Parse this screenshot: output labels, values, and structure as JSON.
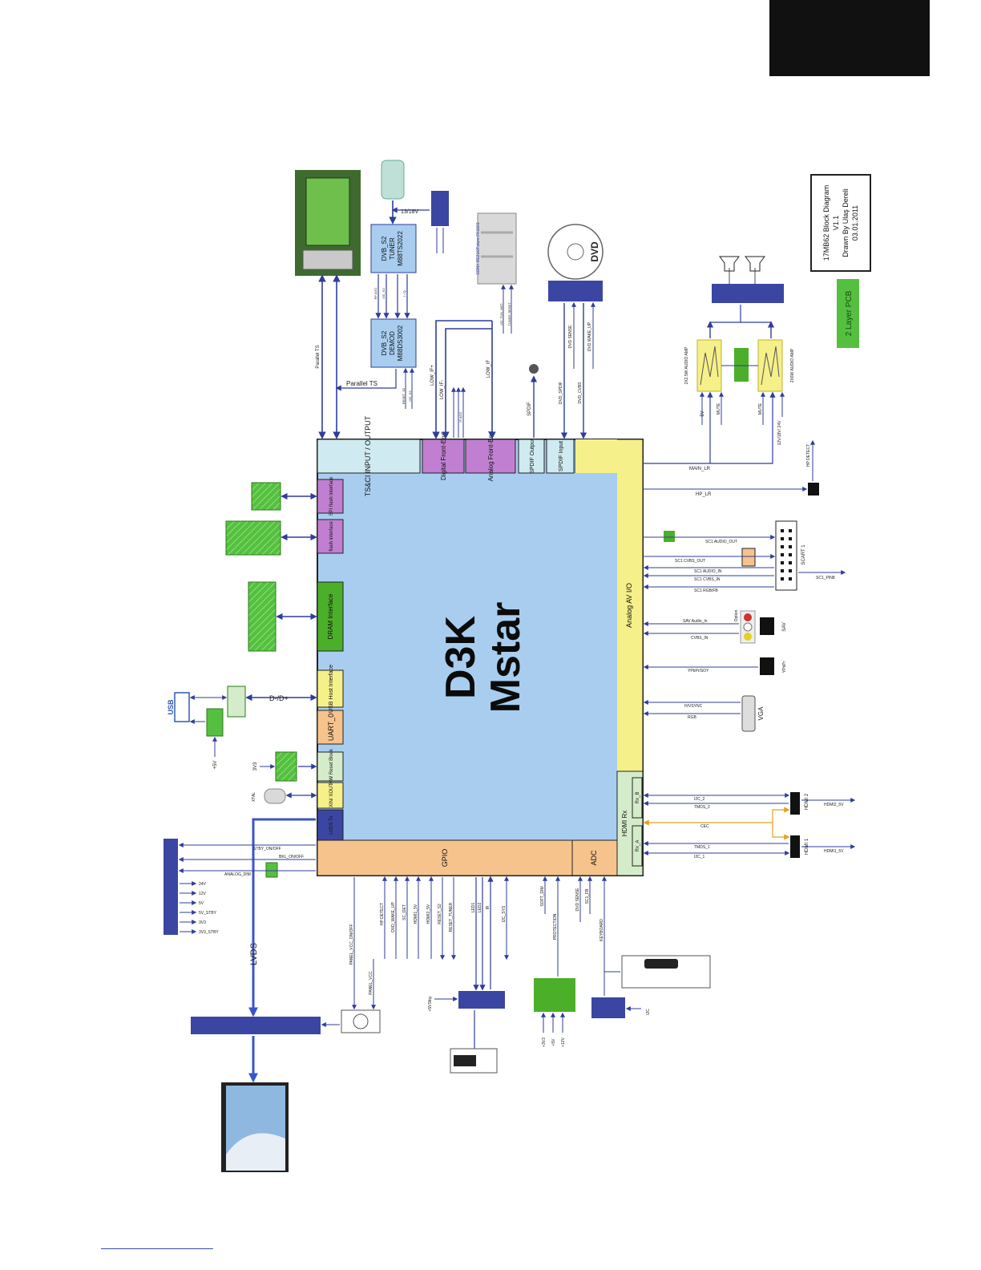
{
  "title_box": {
    "line1": "17MB62 Block Diagram",
    "line2": "V1.1",
    "line3": "Drawn By Ulaş Dereli",
    "line4": "03.01.2011"
  },
  "pcb_badge": "2 Layer PCB",
  "chip": {
    "line1": "D3K",
    "line2": "Mstar"
  },
  "blocks": {
    "ts_ci": "TS&CI INPUT / OUTPUT",
    "digital_fe": "Digital Front-End",
    "analog_fe": "Analog Front-End",
    "spdif_out": "SPDIF Output",
    "spdif_in": "SPDIF Input",
    "spi_flash": "SPI flash interface",
    "flash": "flash interface",
    "dram": "DRAM Interface",
    "usb_host": "USB Host Interface",
    "uart": "UART_0",
    "hw_reset": "HW Reset Block",
    "xin": "XIN/ XOUT",
    "lvds_tx": "LVDS Tx",
    "gpio": "GPIO",
    "adc": "ADC",
    "hdmi_rx": "HDMI Rx",
    "rx_b": "Rx_B",
    "rx_a": "Rx_A",
    "analog_av": "Analog AV I/O"
  },
  "tuner": {
    "l1": "DVB_S2",
    "l2": "TUNER",
    "l3": "M88TS2022"
  },
  "demod": {
    "l1": "DVB_S2",
    "l2": "DEMOD",
    "l3": "M88DS3002"
  },
  "lnb_voltage": "13/18V",
  "amp1": "2X2.5W AUDIO AMP",
  "amp2": "2X6W AUDIO AMP",
  "dvd_label": "DVD",
  "connectors": {
    "usb": "USB",
    "scart": "SCART 1",
    "vga": "VGA",
    "hdmi2": "HDMI 2",
    "hdmi1": "HDMI 1",
    "sav": "SAV",
    "ypbpr": "YPbPr",
    "option": "Option"
  },
  "signals": {
    "parallel_ts_1": "Parallel TS",
    "parallel_ts_2": "Parallel TS",
    "low_if_plus": "LOW_IF+",
    "low_if_minus": "LOW_IF-",
    "low_if": "LOW_IF",
    "spdif": "SPDIF",
    "dvd_spdif": "DVD_SPDIF",
    "dvd_cvbs": "DVD_CVBS",
    "dvd_sense": "DVD SENSE",
    "dvd_wake_up": "DVD WAKE_UP",
    "main_lr": "MAIN_LR",
    "hp_lr": "HP_LR",
    "hp_detect_r": "HP DETECT",
    "sc1_audio_out": "SC1 AUDIO_OUT",
    "sc1_cvbs_out": "SC1 CVBS_OUT",
    "sc1_audio_in": "SC1 AUDIO_IN",
    "sc1_cvbs_in": "SC1 CVBS_IN",
    "sc1_rgb": "SC1 RGB/FB",
    "sc1_pin8": "SC1_PIN8",
    "sav_audio": "SAV Audio_In",
    "cvbs_in": "CVBS_IN",
    "ypbpr_sig": "YPbPr/SOY",
    "h_vsync": "H/VSYNC",
    "rgb": "RGB",
    "i2c_2": "I2C_2",
    "tmds_2": "TMDS_2",
    "cec": "CEC",
    "tmds_1": "TMDS_1",
    "i2c_1": "I2C_1",
    "hdmi2_5v": "HDMI2_5V",
    "hdmi1_5v": "HDMI1_5V",
    "d_pm": "D-/D+",
    "stby_on": "STBY_ON/OFF",
    "bkl_on": "BKL_ON/OFF",
    "analog_dim": "ANALOG_DIM",
    "panel_vcc_onoff": "PANEL_VCC_ON/OFF",
    "panel_vcc": "PANEL_VCC",
    "lvds": "LVDS",
    "hp_detect_b": "HP DETECT",
    "dvd_wake_up_b": "DVD_WAKE_UP",
    "sc_det": "SC_DET",
    "hdmi1_5v_b": "HDMI1_5V",
    "hdmi2_5v_b": "HDMI2_5V",
    "reset_s2": "RESET_S2",
    "reset_tuner": "RESET_TUNER",
    "led1": "LED1",
    "led2": "LED2",
    "ir": "IR",
    "i2c_sys": "I2C_SYS",
    "soft_dim": "SOFT_DIM",
    "protection": "PROTECTION",
    "dvd_sense_b": "DVD SENSE",
    "sc1_fb": "SC1_FB",
    "keyboard": "KEYBOARD",
    "i2c_kb": "I2C",
    "plus5v_usb": "+5V",
    "plus5vstby": "+5VStby",
    "p3v3": "+3V3",
    "p5v": "+5V",
    "p12v": "+12V",
    "v3v3_reset": "3V3",
    "xtal": "XTAL",
    "pwr24": "24V",
    "pwr12": "12V",
    "pwr5": "5V",
    "pwr5stby": "5V_STBY",
    "pwr3v3": "3V3",
    "pwr3v3stby": "3V3_STBY",
    "amp_5v": "5V",
    "amp_12v": "12V/18V/ 24V",
    "mute1": "MUTE",
    "mute2": "MUTE",
    "rf_agc": "RF AGC",
    "if_agc": "IF AGC",
    "i2c_s2": "I2C_S2",
    "iq": "I / Q",
    "reset_s2_t": "RESET_S2",
    "i2c_s2_t": "I2C_S2",
    "ci_tun_mst": "I2C_TUN_MST",
    "tuner_reset": "TUNER_RESET",
    "sony_label": "SONY RE216/Future FK1601"
  },
  "colors": {
    "chip_fill": "#a8cdef",
    "block_blue": "#cfeaf0",
    "block_purple": "#c07fd0",
    "block_green": "#4caf2a",
    "block_yellow": "#f5f089",
    "block_orange": "#f6c38d",
    "block_hdmi": "#d5eccb",
    "navy": "#3b46a3",
    "arrow": "#2f3d9a",
    "cec": "#e2a020"
  }
}
